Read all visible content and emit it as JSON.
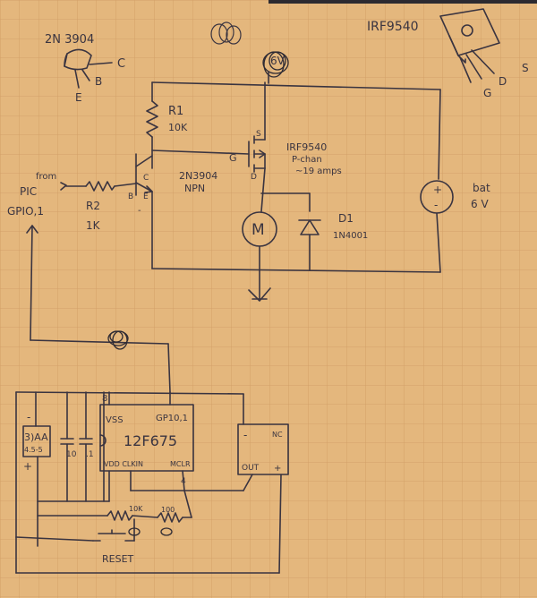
{
  "colors": {
    "paper": "#e4b77d",
    "grid": "#cf9c63",
    "ink": "#3a3440"
  },
  "labels": {
    "q_part": "2N 3904",
    "q_pin_c": "C",
    "q_pin_b": "B",
    "q_pin_e": "E",
    "mosfet_part": "IRF9540",
    "mosfet_pin_g": "G",
    "mosfet_pin_d": "D",
    "mosfet_pin_s": "S",
    "supply_top": "6V",
    "r1_name": "R1",
    "r1_value": "10K",
    "mosfet_label": "IRF9540",
    "mosfet_type": "P-chan",
    "mosfet_amps": "~19 amps",
    "sym_g": "G",
    "sym_s": "S",
    "sym_d": "D",
    "q_label": "2N3904",
    "q_type": "NPN",
    "sym_c": "C",
    "sym_b": "B",
    "sym_e": "E",
    "from_line1": "from",
    "from_line2": "PIC",
    "from_line3": "GPIO,1",
    "r2_name": "R2",
    "r2_value": "1K",
    "motor": "M",
    "d1_name": "D1",
    "d1_part": "1N4001",
    "bat_label": "bat",
    "bat_volts": "6 V",
    "pic_vss": "VSS",
    "pic_gpio": "GP10,1",
    "pic_name": "12F675",
    "pic_vdd": "VDD CLKIN",
    "pic_mclr": "MCLR",
    "pic_pin8": "8",
    "pic_pin4": "4",
    "pack_3aa": "3)AA",
    "pack_volts": "4.5-5",
    "pack_minus": "-",
    "pack_plus": "+",
    "cap_10": "10",
    "cap_01": ".1",
    "reg_minus": "-",
    "reg_nc": "NC",
    "reg_out": "OUT",
    "reg_plus": "+",
    "res_10k": "10K",
    "res_100": "100",
    "reset": "RESET"
  }
}
